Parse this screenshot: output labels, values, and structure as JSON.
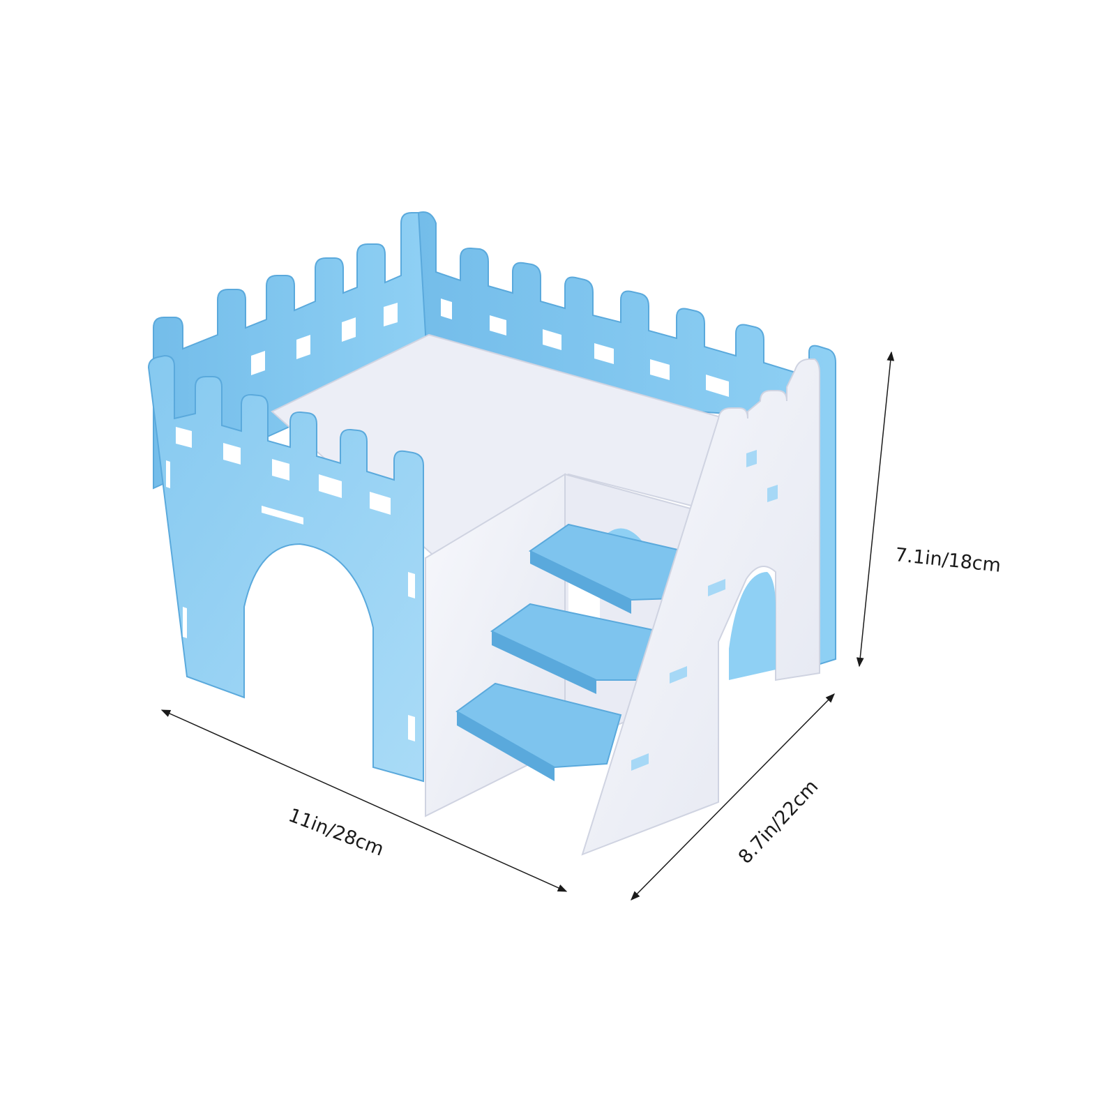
{
  "dimensions": {
    "height": "7.1in/18cm",
    "width": "11in/28cm",
    "depth": "8.7in/22cm"
  },
  "colors": {
    "background": "#ffffff",
    "panel_blue": "#7ec4ee",
    "panel_blue_light": "#a6d8f6",
    "panel_blue_edge": "#5aa9dc",
    "panel_white": "#f3f4fa",
    "panel_white_shade": "#dfe2ee",
    "dimension_line": "#1a1a1a"
  }
}
